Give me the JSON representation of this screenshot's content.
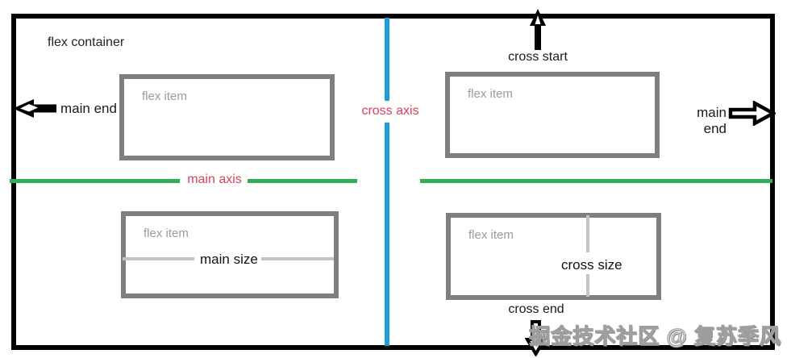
{
  "diagram": {
    "title": "flex container",
    "axis": {
      "main": {
        "label": "main axis",
        "color": "#2fae54"
      },
      "cross": {
        "label": "cross axis",
        "color": "#1b9ed8"
      },
      "label_color": "#d8435a"
    },
    "direction_labels": {
      "cross_start": "cross start",
      "cross_end": "cross end",
      "main_end_left": "main end",
      "main_end_right": "main end"
    },
    "items": {
      "top_left": {
        "label": "flex item"
      },
      "top_right": {
        "label": "flex item"
      },
      "bottom_left": {
        "label": "flex item",
        "size_label": "main size"
      },
      "bottom_right": {
        "label": "flex item",
        "size_label": "cross size"
      }
    },
    "colors": {
      "container_border": "#000000",
      "item_border": "#7f7f7f",
      "item_label_gray": "#9b9b9b",
      "size_line_gray": "#c3c3c3",
      "arrow_black": "#000000"
    },
    "watermark": "掘金技术社区 @ 复苏季风"
  }
}
